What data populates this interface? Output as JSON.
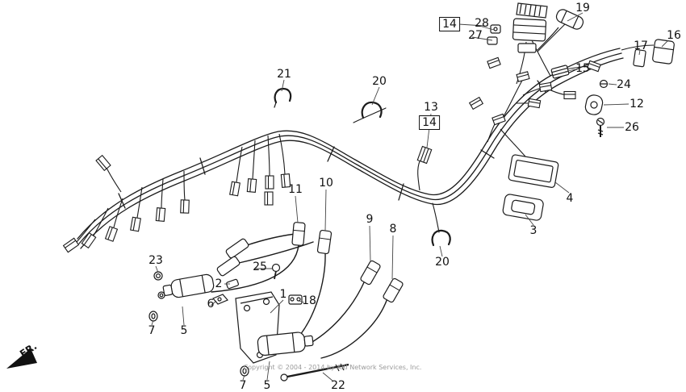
{
  "figure": {
    "fr_label": "FR.",
    "watermark": "Copyright © 2004 - 2014 by ARI Network Services, Inc."
  },
  "callouts": {
    "c1": {
      "label": "1"
    },
    "c2": {
      "label": "2"
    },
    "c3": {
      "label": "3"
    },
    "c4": {
      "label": "4"
    },
    "c5a": {
      "label": "5"
    },
    "c5b": {
      "label": "5"
    },
    "c6": {
      "label": "6"
    },
    "c7a": {
      "label": "7"
    },
    "c7b": {
      "label": "7"
    },
    "c8": {
      "label": "8"
    },
    "c9": {
      "label": "9"
    },
    "c10": {
      "label": "10"
    },
    "c11": {
      "label": "11"
    },
    "c12": {
      "label": "12"
    },
    "c13": {
      "label": "13"
    },
    "c14a": {
      "label": "14"
    },
    "c14b": {
      "label": "14"
    },
    "c15": {
      "label": "15"
    },
    "c16": {
      "label": "16"
    },
    "c17": {
      "label": "17"
    },
    "c18": {
      "label": "18"
    },
    "c19": {
      "label": "19"
    },
    "c20a": {
      "label": "20"
    },
    "c20b": {
      "label": "20"
    },
    "c21": {
      "label": "21"
    },
    "c22": {
      "label": "22"
    },
    "c23": {
      "label": "23"
    },
    "c24": {
      "label": "24"
    },
    "c25": {
      "label": "25"
    },
    "c26": {
      "label": "26"
    },
    "c27": {
      "label": "27"
    },
    "c28": {
      "label": "28"
    }
  }
}
